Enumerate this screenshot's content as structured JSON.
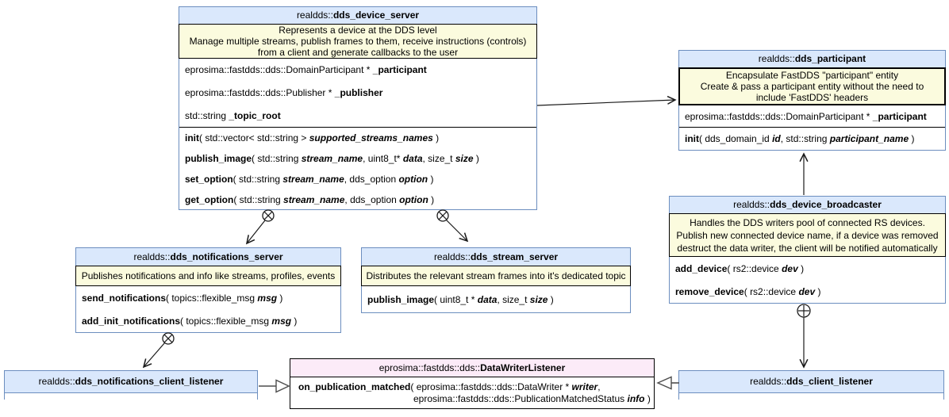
{
  "diagram": {
    "background": "#ffffff",
    "colors": {
      "class_header_blue": "#dae8fc",
      "class_border_blue": "#6c8ebf",
      "note_yellow": "#fbfbde",
      "listener_header_pink": "#fcebf8",
      "line_black": "#1a1a1a"
    }
  },
  "classes": {
    "device_server": {
      "title": [
        {
          "t": "realdds::"
        },
        {
          "t": "dds_device_server",
          "b": true
        }
      ],
      "description": [
        "Represents a device at the DDS level",
        "Manage multiple streams, publish frames to them, receive instructions (controls)",
        "from a client and generate callbacks to the user"
      ],
      "attributes": [
        [
          {
            "t": "eprosima::fastdds::dds::DomainParticipant * "
          },
          {
            "t": "_participant",
            "b": true
          }
        ],
        [
          {
            "t": "eprosima::fastdds::dds::Publisher * "
          },
          {
            "t": "_publisher",
            "b": true
          }
        ],
        [
          {
            "t": "std::string "
          },
          {
            "t": "_topic_root",
            "b": true
          }
        ]
      ],
      "methods": [
        [
          {
            "t": "init",
            "b": true
          },
          {
            "t": "( std::vector< std::string > "
          },
          {
            "t": "supported_streams_names",
            "b": true,
            "i": true
          },
          {
            "t": " )"
          }
        ],
        [
          {
            "t": "publish_image",
            "b": true
          },
          {
            "t": "( std::string "
          },
          {
            "t": "stream_name",
            "b": true,
            "i": true
          },
          {
            "t": ", uint8_t* "
          },
          {
            "t": "data",
            "b": true,
            "i": true
          },
          {
            "t": ", size_t "
          },
          {
            "t": "size",
            "b": true,
            "i": true
          },
          {
            "t": " )"
          }
        ],
        [
          {
            "t": "set_option",
            "b": true
          },
          {
            "t": "( std::string  "
          },
          {
            "t": "stream_name",
            "b": true,
            "i": true
          },
          {
            "t": ", dds_option "
          },
          {
            "t": "option",
            "b": true,
            "i": true
          },
          {
            "t": " )"
          }
        ],
        [
          {
            "t": "get_option",
            "b": true
          },
          {
            "t": "( std::string  "
          },
          {
            "t": "stream_name",
            "b": true,
            "i": true
          },
          {
            "t": ", dds_option "
          },
          {
            "t": "option",
            "b": true,
            "i": true
          },
          {
            "t": " )"
          }
        ]
      ]
    },
    "participant": {
      "title": [
        {
          "t": "realdds::"
        },
        {
          "t": "dds_participant",
          "b": true
        }
      ],
      "description": [
        "Encapsulate FastDDS \"participant\" entity",
        "Create & pass a participant entity without the need to",
        "include 'FastDDS' headers"
      ],
      "attributes": [
        [
          {
            "t": "eprosima::fastdds::dds::DomainParticipant * "
          },
          {
            "t": "_participant",
            "b": true
          }
        ]
      ],
      "methods": [
        [
          {
            "t": "init",
            "b": true
          },
          {
            "t": "( dds_domain_id "
          },
          {
            "t": "id",
            "b": true,
            "i": true
          },
          {
            "t": ", std::string "
          },
          {
            "t": "participant_name",
            "b": true,
            "i": true
          },
          {
            "t": " )"
          }
        ]
      ]
    },
    "device_broadcaster": {
      "title": [
        {
          "t": "realdds::"
        },
        {
          "t": "dds_device_broadcaster",
          "b": true
        }
      ],
      "description": [
        "Handles the DDS writers pool of connected RS devices.",
        "Publish new connected device name, if a device was removed",
        "destruct the data writer, the client will be notified automatically"
      ],
      "methods": [
        [
          {
            "t": "add_device",
            "b": true
          },
          {
            "t": "( rs2::device "
          },
          {
            "t": "dev",
            "b": true,
            "i": true
          },
          {
            "t": " )"
          }
        ],
        [
          {
            "t": "remove_device",
            "b": true
          },
          {
            "t": "( rs2::device "
          },
          {
            "t": "dev",
            "b": true,
            "i": true
          },
          {
            "t": " )"
          }
        ]
      ]
    },
    "notifications_server": {
      "title": [
        {
          "t": "realdds::"
        },
        {
          "t": "dds_notifications_server",
          "b": true
        }
      ],
      "description": [
        "Publishes notifications and info like streams, profiles, events"
      ],
      "methods": [
        [
          {
            "t": "send_notifications",
            "b": true
          },
          {
            "t": "( topics::flexible_msg "
          },
          {
            "t": "msg",
            "b": true,
            "i": true
          },
          {
            "t": " )"
          }
        ],
        [
          {
            "t": "add_init_notifications",
            "b": true
          },
          {
            "t": "( topics::flexible_msg "
          },
          {
            "t": "msg",
            "b": true,
            "i": true
          },
          {
            "t": " )"
          }
        ]
      ]
    },
    "stream_server": {
      "title": [
        {
          "t": "realdds::"
        },
        {
          "t": "dds_stream_server",
          "b": true
        }
      ],
      "description": [
        "Distributes the relevant stream frames into it's dedicated topic"
      ],
      "methods": [
        [
          {
            "t": "publish_image",
            "b": true
          },
          {
            "t": "( uint8_t * "
          },
          {
            "t": "data",
            "b": true,
            "i": true
          },
          {
            "t": ", size_t "
          },
          {
            "t": "size",
            "b": true,
            "i": true
          },
          {
            "t": " )"
          }
        ]
      ]
    },
    "notifications_client_listener": {
      "title": [
        {
          "t": "realdds::"
        },
        {
          "t": "dds_notifications_client_listener",
          "b": true
        }
      ]
    },
    "data_writer_listener": {
      "title": [
        {
          "t": "eprosima::fastdds::dds::"
        },
        {
          "t": "DataWriterListener",
          "b": true
        }
      ],
      "methods": [
        [
          {
            "t": "on_publication_matched",
            "b": true
          },
          {
            "t": "( eprosima::fastdds::dds::DataWriter * "
          },
          {
            "t": "writer",
            "b": true,
            "i": true
          },
          {
            "t": ","
          }
        ],
        [
          {
            "t": "eprosima::fastdds::dds::PublicationMatchedStatus "
          },
          {
            "t": "info",
            "b": true,
            "i": true
          },
          {
            "t": " )"
          }
        ]
      ]
    },
    "client_listener": {
      "title": [
        {
          "t": "realdds::"
        },
        {
          "t": "dds_client_listener",
          "b": true
        }
      ]
    }
  },
  "relations": [
    {
      "from": "realdds::dds_device_server",
      "to": "realdds::dds_participant",
      "type": "directed-association-arrow"
    },
    {
      "from": "realdds::dds_device_server",
      "to": "realdds::dds_notifications_server",
      "type": "circle-cross-containment-arrow"
    },
    {
      "from": "realdds::dds_device_server",
      "to": "realdds::dds_stream_server",
      "type": "circle-cross-containment-arrow"
    },
    {
      "from": "realdds::dds_device_broadcaster",
      "to": "realdds::dds_participant",
      "type": "directed-association-arrow"
    },
    {
      "from": "realdds::dds_notifications_server",
      "to": "realdds::dds_notifications_client_listener",
      "type": "circle-cross-containment-arrow"
    },
    {
      "from": "realdds::dds_device_broadcaster",
      "to": "realdds::dds_client_listener",
      "type": "circle-plus-containment-arrow"
    },
    {
      "from": "realdds::dds_notifications_client_listener",
      "to": "eprosima::fastdds::dds::DataWriterListener",
      "type": "generalization-hollow-triangle"
    },
    {
      "from": "realdds::dds_client_listener",
      "to": "eprosima::fastdds::dds::DataWriterListener",
      "type": "generalization-hollow-triangle"
    }
  ]
}
